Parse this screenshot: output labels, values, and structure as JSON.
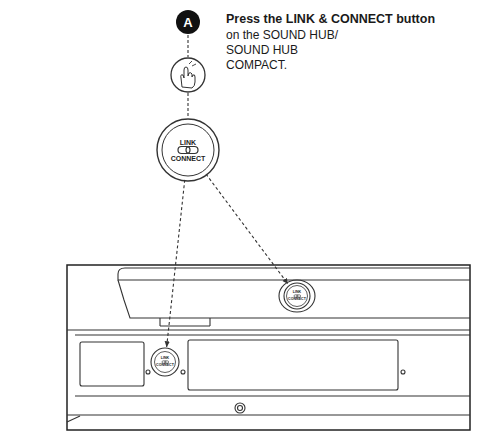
{
  "diagram": {
    "nodes": [
      {
        "text": [
          "A"
        ]
      },
      {
        "text": [
          "LINK",
          "CONNECT"
        ]
      },
      {
        "text": [
          "LINK",
          "CONNECT"
        ]
      },
      {
        "text": [
          "LINK",
          "CONNECT"
        ]
      }
    ],
    "edges": [
      {
        "from": 1,
        "to": 2,
        "arrow": "to"
      },
      {
        "from": 1,
        "to": 3,
        "arrow": "to"
      }
    ],
    "labels": [
      "Press the LINK & CONNECT button",
      "on the SOUND HUB/ SOUND HUB COMPACT."
    ]
  }
}
